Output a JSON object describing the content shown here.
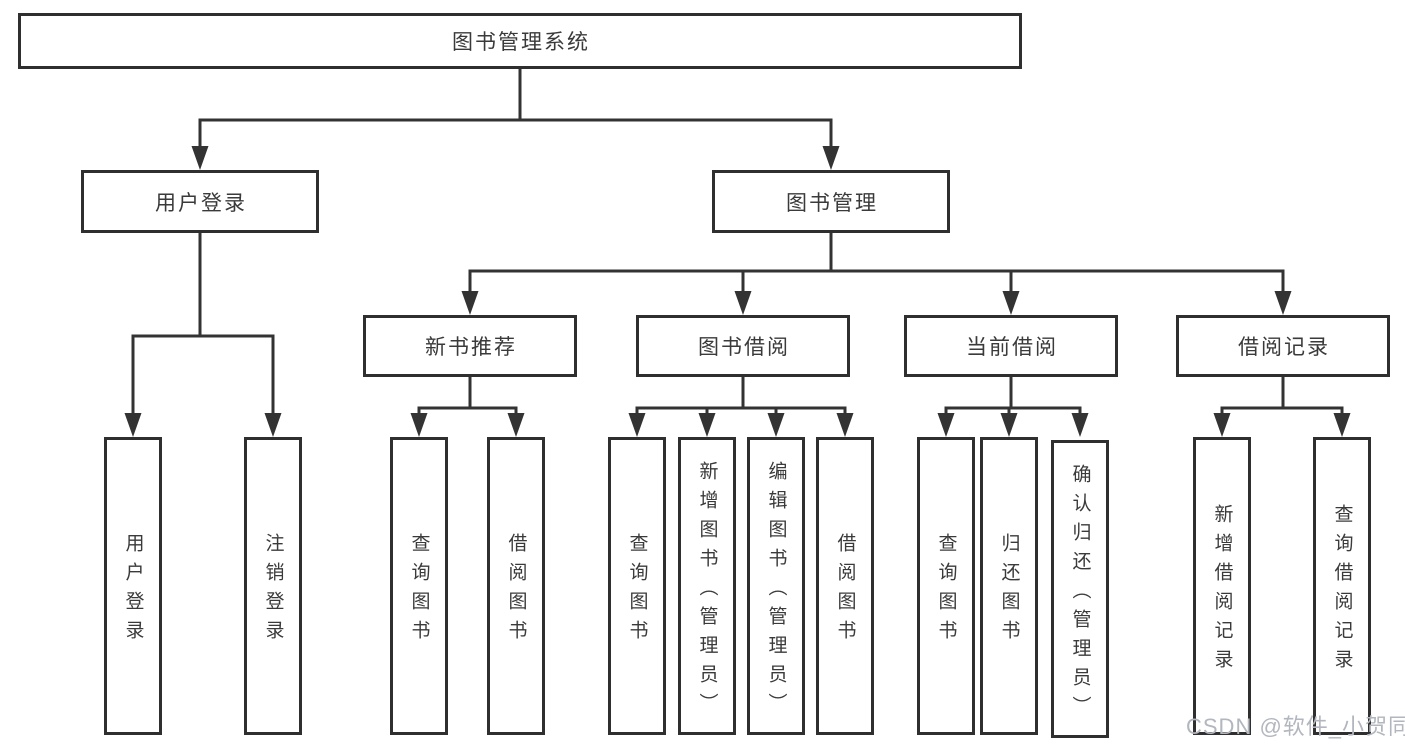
{
  "diagram": {
    "title": "图书管理系统",
    "level2": {
      "user_login": "用户登录",
      "book_management": "图书管理"
    },
    "level3": {
      "new_book_recommend": "新书推荐",
      "book_borrow": "图书借阅",
      "current_borrow": "当前借阅",
      "borrow_record": "借阅记录"
    },
    "leaves": {
      "user_login": [
        "用户登录",
        "注销登录"
      ],
      "new_book_recommend": [
        "查询图书",
        "借阅图书"
      ],
      "book_borrow": [
        "查询图书",
        "新增图书（管理员）",
        "编辑图书（管理员）",
        "借阅图书"
      ],
      "current_borrow": [
        "查询图书",
        "归还图书",
        "确认归还（管理员）"
      ],
      "borrow_record": [
        "新增借阅记录",
        "查询借阅记录"
      ]
    },
    "colors": {
      "line": "#333333",
      "box_border": "#2f2f2f",
      "box_background": "#ffffff",
      "text": "#3a3a3a",
      "watermark": "#b2b6be"
    }
  },
  "watermark": "CSDN @软件_小贺同学"
}
